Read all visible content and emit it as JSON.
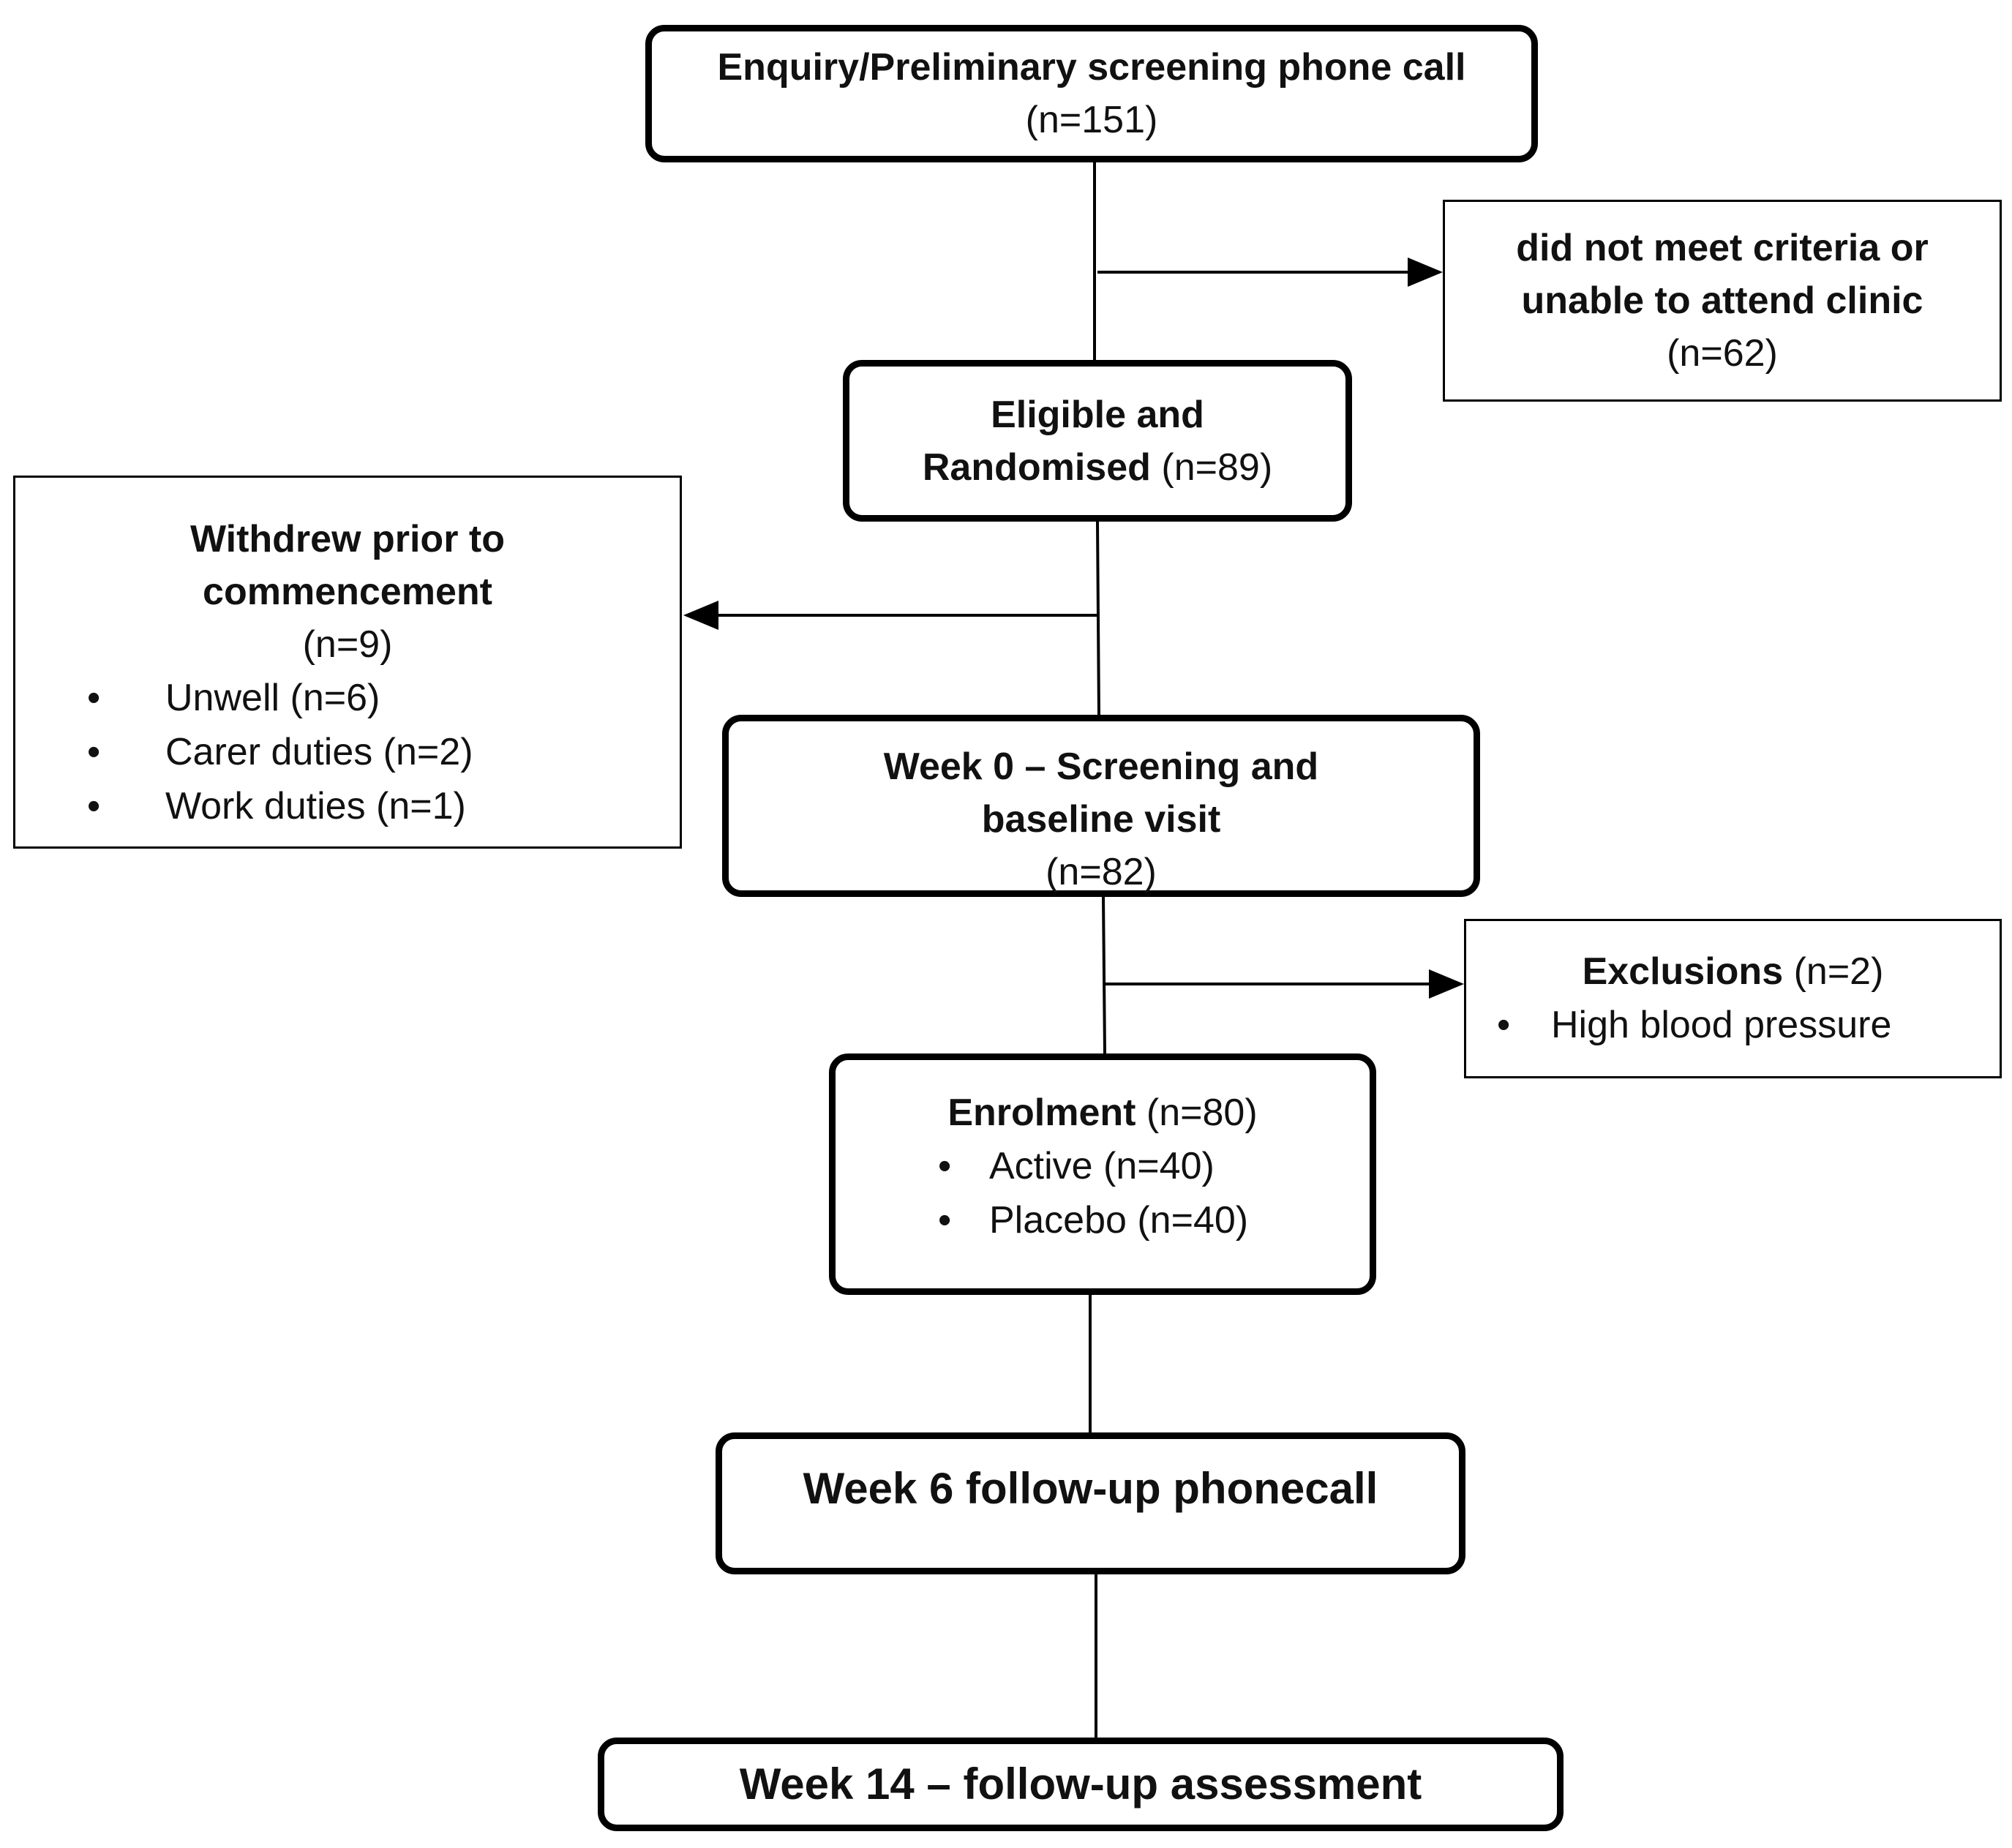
{
  "boxes": {
    "enquiry": {
      "title": "Enquiry/Preliminary screening phone call",
      "count": "(n=151)"
    },
    "not_met": {
      "line1": "did not meet criteria or",
      "line2": "unable to attend clinic",
      "count": "(n=62)"
    },
    "eligible": {
      "line1": "Eligible and",
      "line2": "Randomised",
      "count": "(n=89)"
    },
    "withdrew": {
      "line1": "Withdrew prior to",
      "line2": "commencement",
      "count": "(n=9)",
      "items": [
        "Unwell (n=6)",
        "Carer duties (n=2)",
        "Work duties (n=1)"
      ]
    },
    "week0": {
      "line1": "Week 0 – Screening and",
      "line2": "baseline visit",
      "count": "(n=82)"
    },
    "exclusions": {
      "title": "Exclusions",
      "count": "(n=2)",
      "items": [
        "High blood pressure"
      ]
    },
    "enrolment": {
      "title": "Enrolment",
      "count": "(n=80)",
      "items": [
        "Active (n=40)",
        "Placebo (n=40)"
      ]
    },
    "week6": {
      "title": "Week 6 follow-up phonecall"
    },
    "week14": {
      "title": "Week 14 – follow-up assessment"
    }
  },
  "bullet_glyph": "•"
}
